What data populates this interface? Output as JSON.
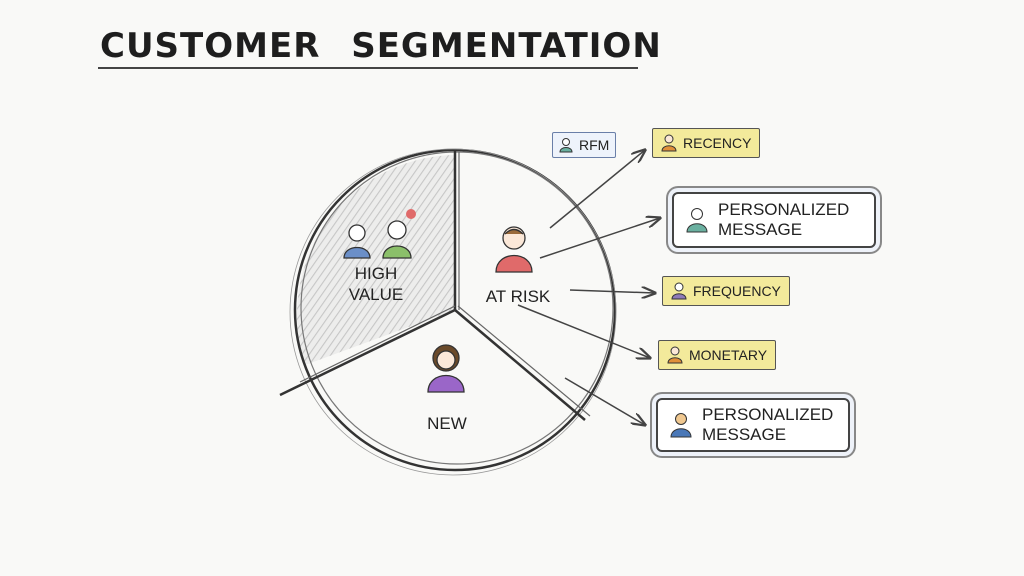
{
  "title": "CUSTOMER SEGMENTATION",
  "segments": {
    "high_value": {
      "line1": "HIGH",
      "line2": "VALUE"
    },
    "at_risk": "AT RISK",
    "new": "NEW"
  },
  "tags": {
    "rfm": "RFM",
    "recency": "RECENCY",
    "message_1": {
      "line1": "PERSONALIZED",
      "line2": "MESSAGE"
    },
    "frequency": "FREQUENCY",
    "monetary": "MONETARY",
    "message_2": {
      "line1": "PERSONALIZED",
      "line2": "MESSAGE"
    }
  },
  "colors": {
    "tag_yellow": "#f3ea9b",
    "person_blue": "#6b8fc8",
    "person_green": "#8bbf6a",
    "person_red": "#e06a6a",
    "person_purple": "#9a66c8",
    "person_teal": "#6ab0a0",
    "person_orange": "#e0903a"
  }
}
